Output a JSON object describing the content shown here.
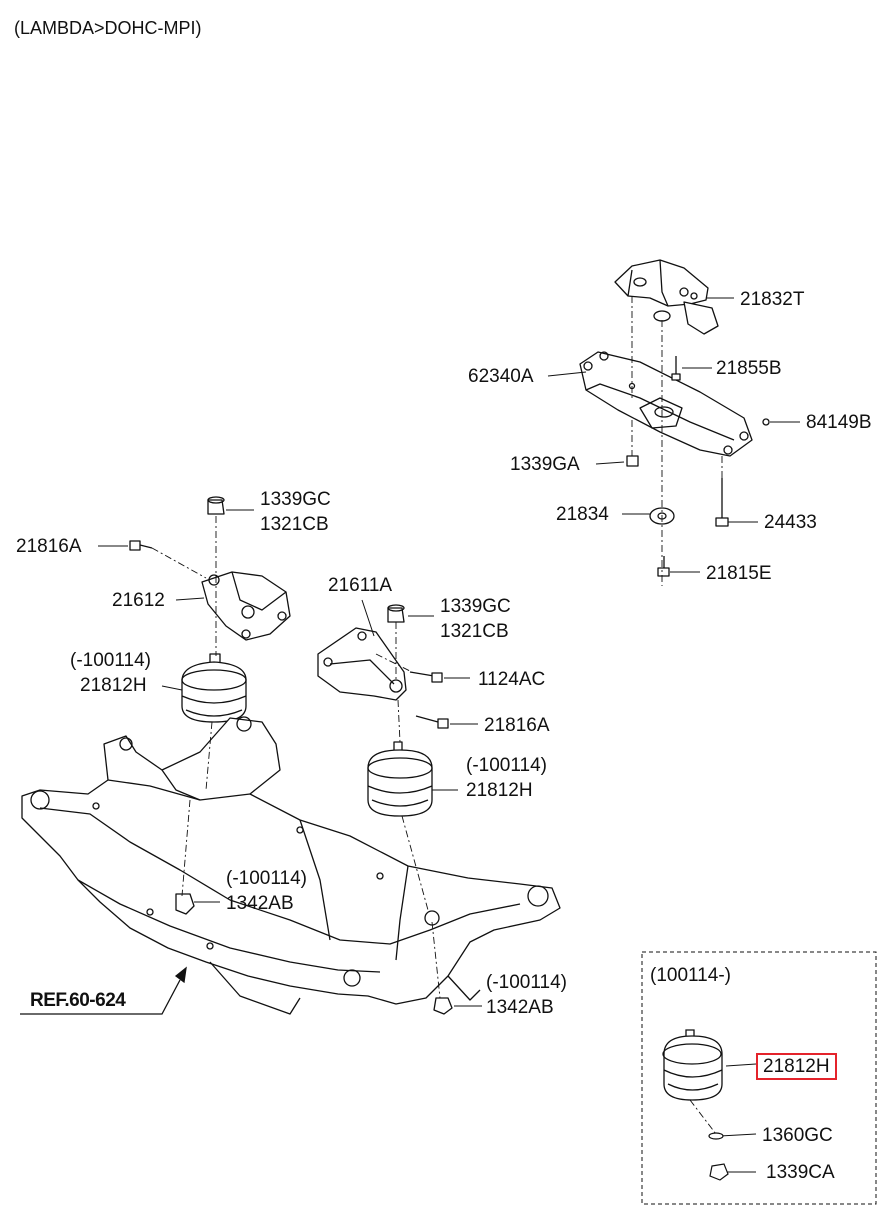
{
  "header": {
    "title": "(LAMBDA>DOHC-MPI)"
  },
  "reference": {
    "label": "REF.60-624"
  },
  "callouts": {
    "p21832T": "21832T",
    "p62340A": "62340A",
    "p21855B": "21855B",
    "p84149B": "84149B",
    "p1339GA": "1339GA",
    "p21834": "21834",
    "p24433": "24433",
    "p21815E": "21815E",
    "p1339GC_left": "1339GC",
    "p1321CB_left": "1321CB",
    "p21816A_left": "21816A",
    "p21612": "21612",
    "p100114_left_note": "(-100114)",
    "p21812H_left": "21812H",
    "p21611A": "21611A",
    "p1339GC_right": "1339GC",
    "p1321CB_right": "1321CB",
    "p1124AC": "1124AC",
    "p21816A_right": "21816A",
    "p100114_center_note": "(-100114)",
    "p21812H_center": "21812H",
    "p100114_bolt_note": "(-100114)",
    "p1342AB_center": "1342AB",
    "p100114_lower_note": "(-100114)",
    "p1342AB_lower": "1342AB"
  },
  "inset": {
    "title": "(100114-)",
    "p21812H_highlighted": "21812H",
    "p1360GC": "1360GC",
    "p1339CA": "1339CA"
  },
  "colors": {
    "highlight": "#e4232b",
    "line": "#111111"
  }
}
